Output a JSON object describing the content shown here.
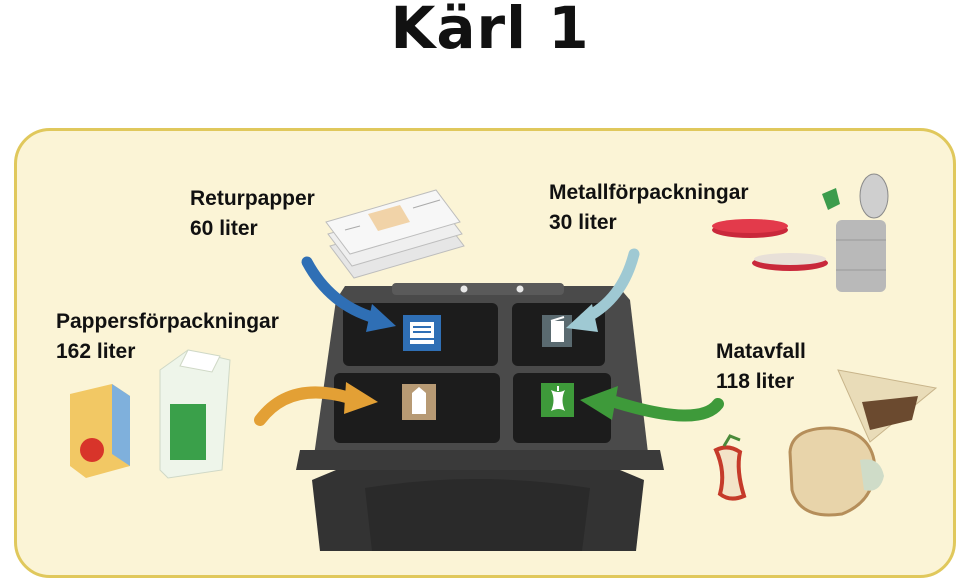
{
  "title": "Kärl 1",
  "compartments": [
    {
      "name": "Returpapper",
      "volume": "60 liter",
      "color": "#2f6fb5"
    },
    {
      "name": "Metallförpackningar",
      "volume": "30 liter",
      "color": "#9fc9d3"
    },
    {
      "name": "Pappersförpackningar",
      "volume": "162 liter",
      "color": "#e3a035"
    },
    {
      "name": "Matavfall",
      "volume": "118 liter",
      "color": "#3e9a3a"
    }
  ],
  "colors": {
    "panel_bg": "#fbf4d6",
    "panel_border": "#e0c85c",
    "bin": "#3d3d3d"
  }
}
